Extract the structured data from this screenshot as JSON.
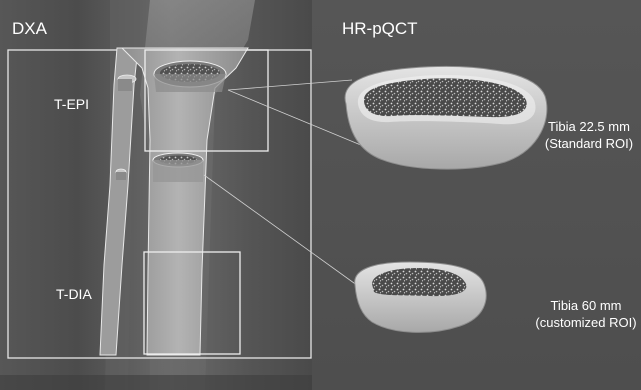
{
  "figure": {
    "panels": [
      {
        "title": "DXA"
      },
      {
        "title": "HR-pQCT"
      }
    ],
    "roi_labels": {
      "epiphysis": "T-EPI",
      "diaphysis": "T-DIA"
    },
    "sites": [
      {
        "line1": "Tibia 22.5 mm",
        "line2": "(Standard ROI)"
      },
      {
        "line1": "Tibia 60 mm",
        "line2": "(customized ROI)"
      }
    ]
  }
}
